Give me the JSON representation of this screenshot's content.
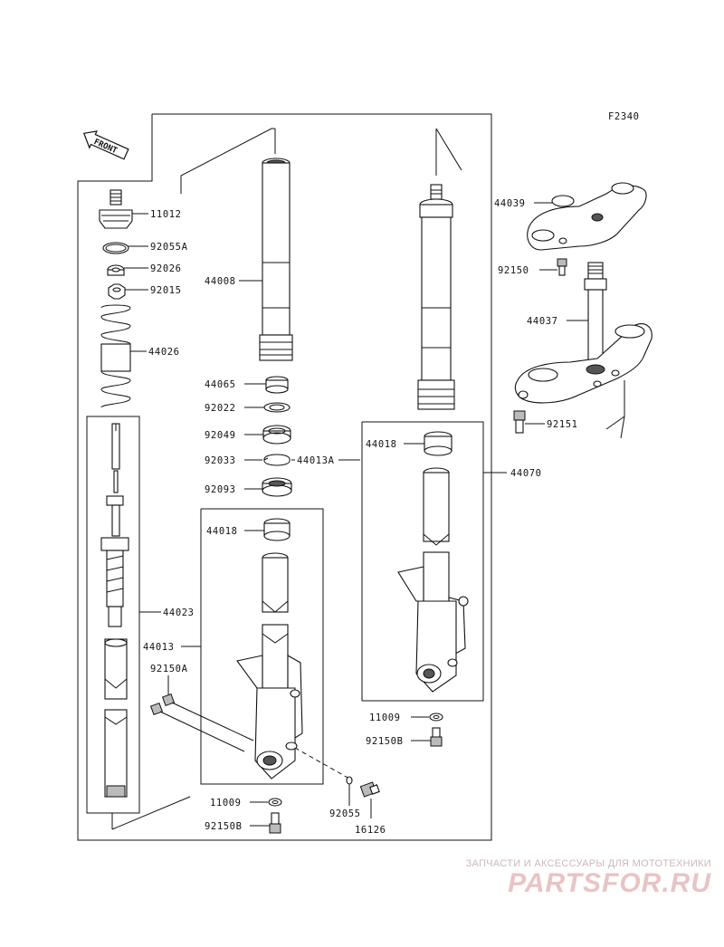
{
  "figure_code": "F2340",
  "front_arrow": "FRONT",
  "parts": {
    "p11012": "11012",
    "p92055A": "92055A",
    "p92026": "92026",
    "p92015": "92015",
    "p44026": "44026",
    "p44008": "44008",
    "p44065": "44065",
    "p92022": "92022",
    "p92049": "92049",
    "p92033": "92033",
    "p44013A": "44013A",
    "p92093": "92093",
    "p44018_left": "44018",
    "p44018_right": "44018",
    "p44023": "44023",
    "p44013": "44013",
    "p92150A": "92150A",
    "p44039": "44039",
    "p92150": "92150",
    "p44037": "44037",
    "p92151": "92151",
    "p44070": "44070",
    "p11009_right": "11009",
    "p92150B_right": "92150B",
    "p11009_bottom": "11009",
    "p92150B_bottom": "92150B",
    "p92055": "92055",
    "p16126": "16126"
  },
  "watermark": {
    "tagline": "ЗАПЧАСТИ И АКСЕССУАРЫ ДЛЯ МОТОТЕХНИКИ",
    "logo": "PARTSFOR.RU"
  }
}
